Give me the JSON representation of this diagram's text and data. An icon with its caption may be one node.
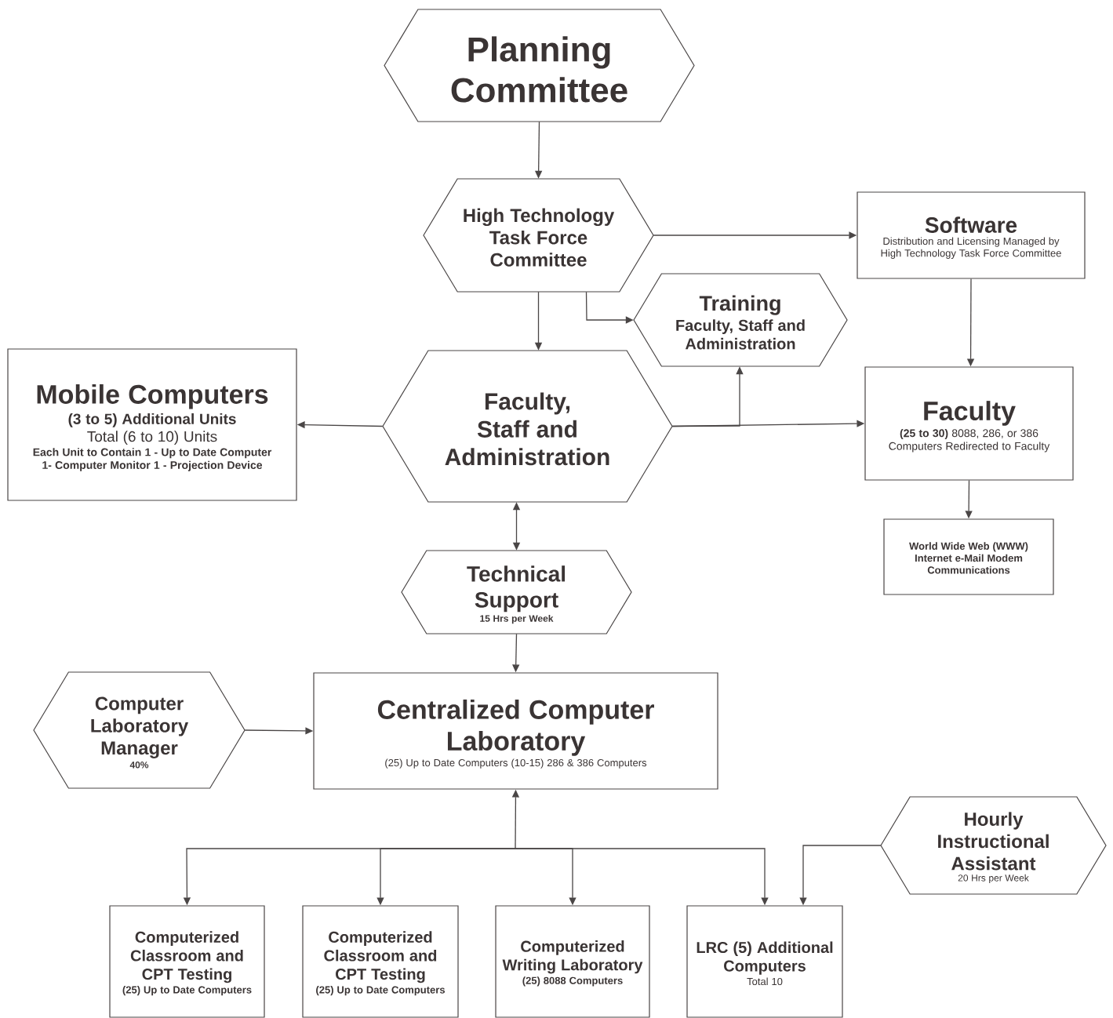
{
  "diagram": {
    "nodes": [
      {
        "text": [
          "Planning Committee"
        ]
      },
      {
        "text": [
          "High Technology Task Force Committee"
        ]
      },
      {
        "text": [
          "Software",
          "Distribution and Licensing Managed by High Technology Task Force Committee"
        ]
      },
      {
        "text": [
          "Training",
          "Faculty, Staff and Administration"
        ]
      },
      {
        "text": [
          "Mobile Computers",
          "(3 to 5) Additional Units",
          "Total (6 to 10) Units",
          "Each Unit to Contain 1 - Up to Date Computer 1- Computer Monitor 1 - Projection Device"
        ]
      },
      {
        "text": [
          "Faculty, Staff and Administration"
        ]
      },
      {
        "text": [
          "Faculty",
          "**(25 to 30)** 8088, 286, or 386 Computers Redirected to Faculty"
        ]
      },
      {
        "text": [
          "World Wide Web (WWW) Internet e-Mail Modem Communications"
        ]
      },
      {
        "text": [
          "Technical Support",
          "15 Hrs per Week"
        ]
      },
      {
        "text": [
          "Computer Laboratory Manager",
          "40%"
        ]
      },
      {
        "text": [
          "Centralized Computer Laboratory",
          "(25) Up to Date Computers (10-15) 286 & 386 Computers"
        ]
      },
      {
        "text": [
          "Hourly Instructional Assistant",
          "20 Hrs per Week"
        ]
      },
      {
        "text": [
          "Computerized Classroom and CPT Testing",
          "(25) Up to Date Computers"
        ]
      },
      {
        "text": [
          "Computerized Classroom and CPT Testing",
          "(25) Up to Date Computers"
        ]
      },
      {
        "text": [
          "Computerized Writing Laboratory",
          "(25) 8088 Computers"
        ]
      },
      {
        "text": [
          "LRC (5) Additional Computers",
          "Total 10"
        ]
      }
    ],
    "edges": [
      {
        "from": 0,
        "to": 1,
        "arrow": "to"
      },
      {
        "from": 1,
        "to": 2,
        "arrow": "to"
      },
      {
        "from": 1,
        "to": 3,
        "arrow": "to"
      },
      {
        "from": 1,
        "to": 5,
        "arrow": "to"
      },
      {
        "from": 5,
        "to": 4,
        "arrow": "to"
      },
      {
        "from": 5,
        "to": 6,
        "arrow": "to"
      },
      {
        "from": 5,
        "to": 3,
        "arrow": "to"
      },
      {
        "from": 2,
        "to": 6,
        "arrow": "to"
      },
      {
        "from": 6,
        "to": 7,
        "arrow": "to"
      },
      {
        "from": 5,
        "to": 8,
        "arrow": "both"
      },
      {
        "from": 8,
        "to": 10,
        "arrow": "to"
      },
      {
        "from": 9,
        "to": 10,
        "arrow": "to"
      },
      {
        "from": 10,
        "to": 12,
        "arrow": "both"
      },
      {
        "from": 10,
        "to": 13,
        "arrow": "both"
      },
      {
        "from": 10,
        "to": 14,
        "arrow": "both"
      },
      {
        "from": 10,
        "to": 15,
        "arrow": "both"
      },
      {
        "from": 11,
        "to": 15,
        "arrow": "to"
      }
    ]
  }
}
